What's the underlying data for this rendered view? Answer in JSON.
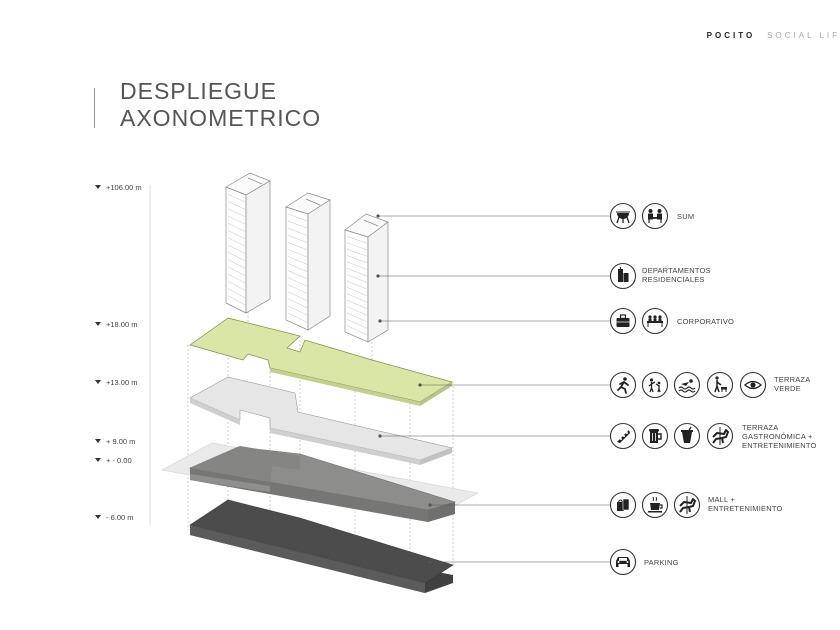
{
  "brand": {
    "name": "POCITO",
    "tagline": "SOCIAL LIF"
  },
  "title": {
    "line1": "DESPLIEGUE",
    "line2": "AXONOMETRICO"
  },
  "levels": [
    "+106.00 m",
    "+18.00 m",
    "+13.00 m",
    "+ 9.00 m",
    "+ - 0.00",
    "- 6.00 m"
  ],
  "legend": [
    {
      "lines": [
        "SUM"
      ],
      "icons": [
        "bbq-grill-icon",
        "people-meeting-icon"
      ]
    },
    {
      "lines": [
        "DEPARTAMENTOS",
        "RESIDENCIALES"
      ],
      "icons": [
        "buildings-icon"
      ]
    },
    {
      "lines": [
        "CORPORATIVO"
      ],
      "icons": [
        "briefcase-icon",
        "meeting-room-icon"
      ]
    },
    {
      "lines": [
        "TERRAZA",
        "VERDE"
      ],
      "icons": [
        "runner-icon",
        "kids-playing-icon",
        "swimming-icon",
        "dog-walking-icon",
        "eye-icon"
      ]
    },
    {
      "lines": [
        "TERRAZA",
        "GASTRONÓMICA +",
        "ENTRETENIMIENTO"
      ],
      "icons": [
        "pizza-icon",
        "beer-mug-icon",
        "drink-cup-icon",
        "carousel-horse-icon"
      ]
    },
    {
      "lines": [
        "MALL +",
        "ENTRETENIMIENTO"
      ],
      "icons": [
        "shopping-bags-icon",
        "coffee-cup-icon",
        "carousel-horse-icon"
      ]
    },
    {
      "lines": [
        "PARKING"
      ],
      "icons": [
        "car-icon"
      ]
    }
  ],
  "colors": {
    "terraza_verde": "#d9e6a6",
    "terraza_gastronomica": "#e6e6e6",
    "mall": "#8d8d8b",
    "parking": "#4b4c4b",
    "ground_plane": "#e9e9e9"
  }
}
